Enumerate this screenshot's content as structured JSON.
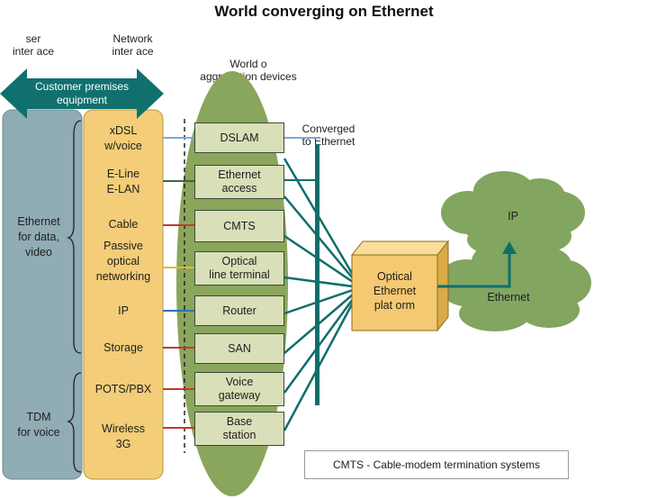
{
  "title": "World converging on Ethernet",
  "headers": {
    "user_interface": [
      "ser",
      "inter ace"
    ],
    "network_interface": [
      "Network",
      "inter ace"
    ],
    "aggregation": [
      "World o",
      "aggregation devices"
    ],
    "converged": [
      "Converged",
      "to Ethernet"
    ]
  },
  "cpe_arrow": [
    "Customer premises",
    "equipment"
  ],
  "left_column": {
    "ethernet": [
      "Ethernet",
      "for data,",
      "video"
    ],
    "tdm": [
      "TDM",
      "for voice"
    ]
  },
  "access_types": [
    [
      "xDSL",
      "w/voice"
    ],
    [
      "E-Line",
      "E-LAN"
    ],
    [
      "Cable"
    ],
    [
      "Passive",
      "optical",
      "networking"
    ],
    [
      "IP"
    ],
    [
      "Storage"
    ],
    [
      "POTS/PBX"
    ],
    [
      "Wireless",
      "3G"
    ]
  ],
  "devices": [
    [
      "DSLAM"
    ],
    [
      "Ethernet",
      "access"
    ],
    [
      "CMTS"
    ],
    [
      "Optical",
      "line terminal"
    ],
    [
      "Router"
    ],
    [
      "SAN"
    ],
    [
      "Voice",
      "gateway"
    ],
    [
      "Base",
      "station"
    ]
  ],
  "platform": [
    "Optical",
    "Ethernet",
    "plat orm"
  ],
  "clouds": {
    "ip": "IP",
    "ethernet": "Ethernet"
  },
  "note": "CMTS - Cable-modem termination systems",
  "colors": {
    "left_panel": "#90acb4",
    "network_panel": "#f3cd78",
    "arrow": "#10706e",
    "oval": "#8aa65c",
    "device_box": "#d9dfb8",
    "bus": "#0f6e6b",
    "platform": "#f4c971",
    "cloud": "#82a560"
  }
}
